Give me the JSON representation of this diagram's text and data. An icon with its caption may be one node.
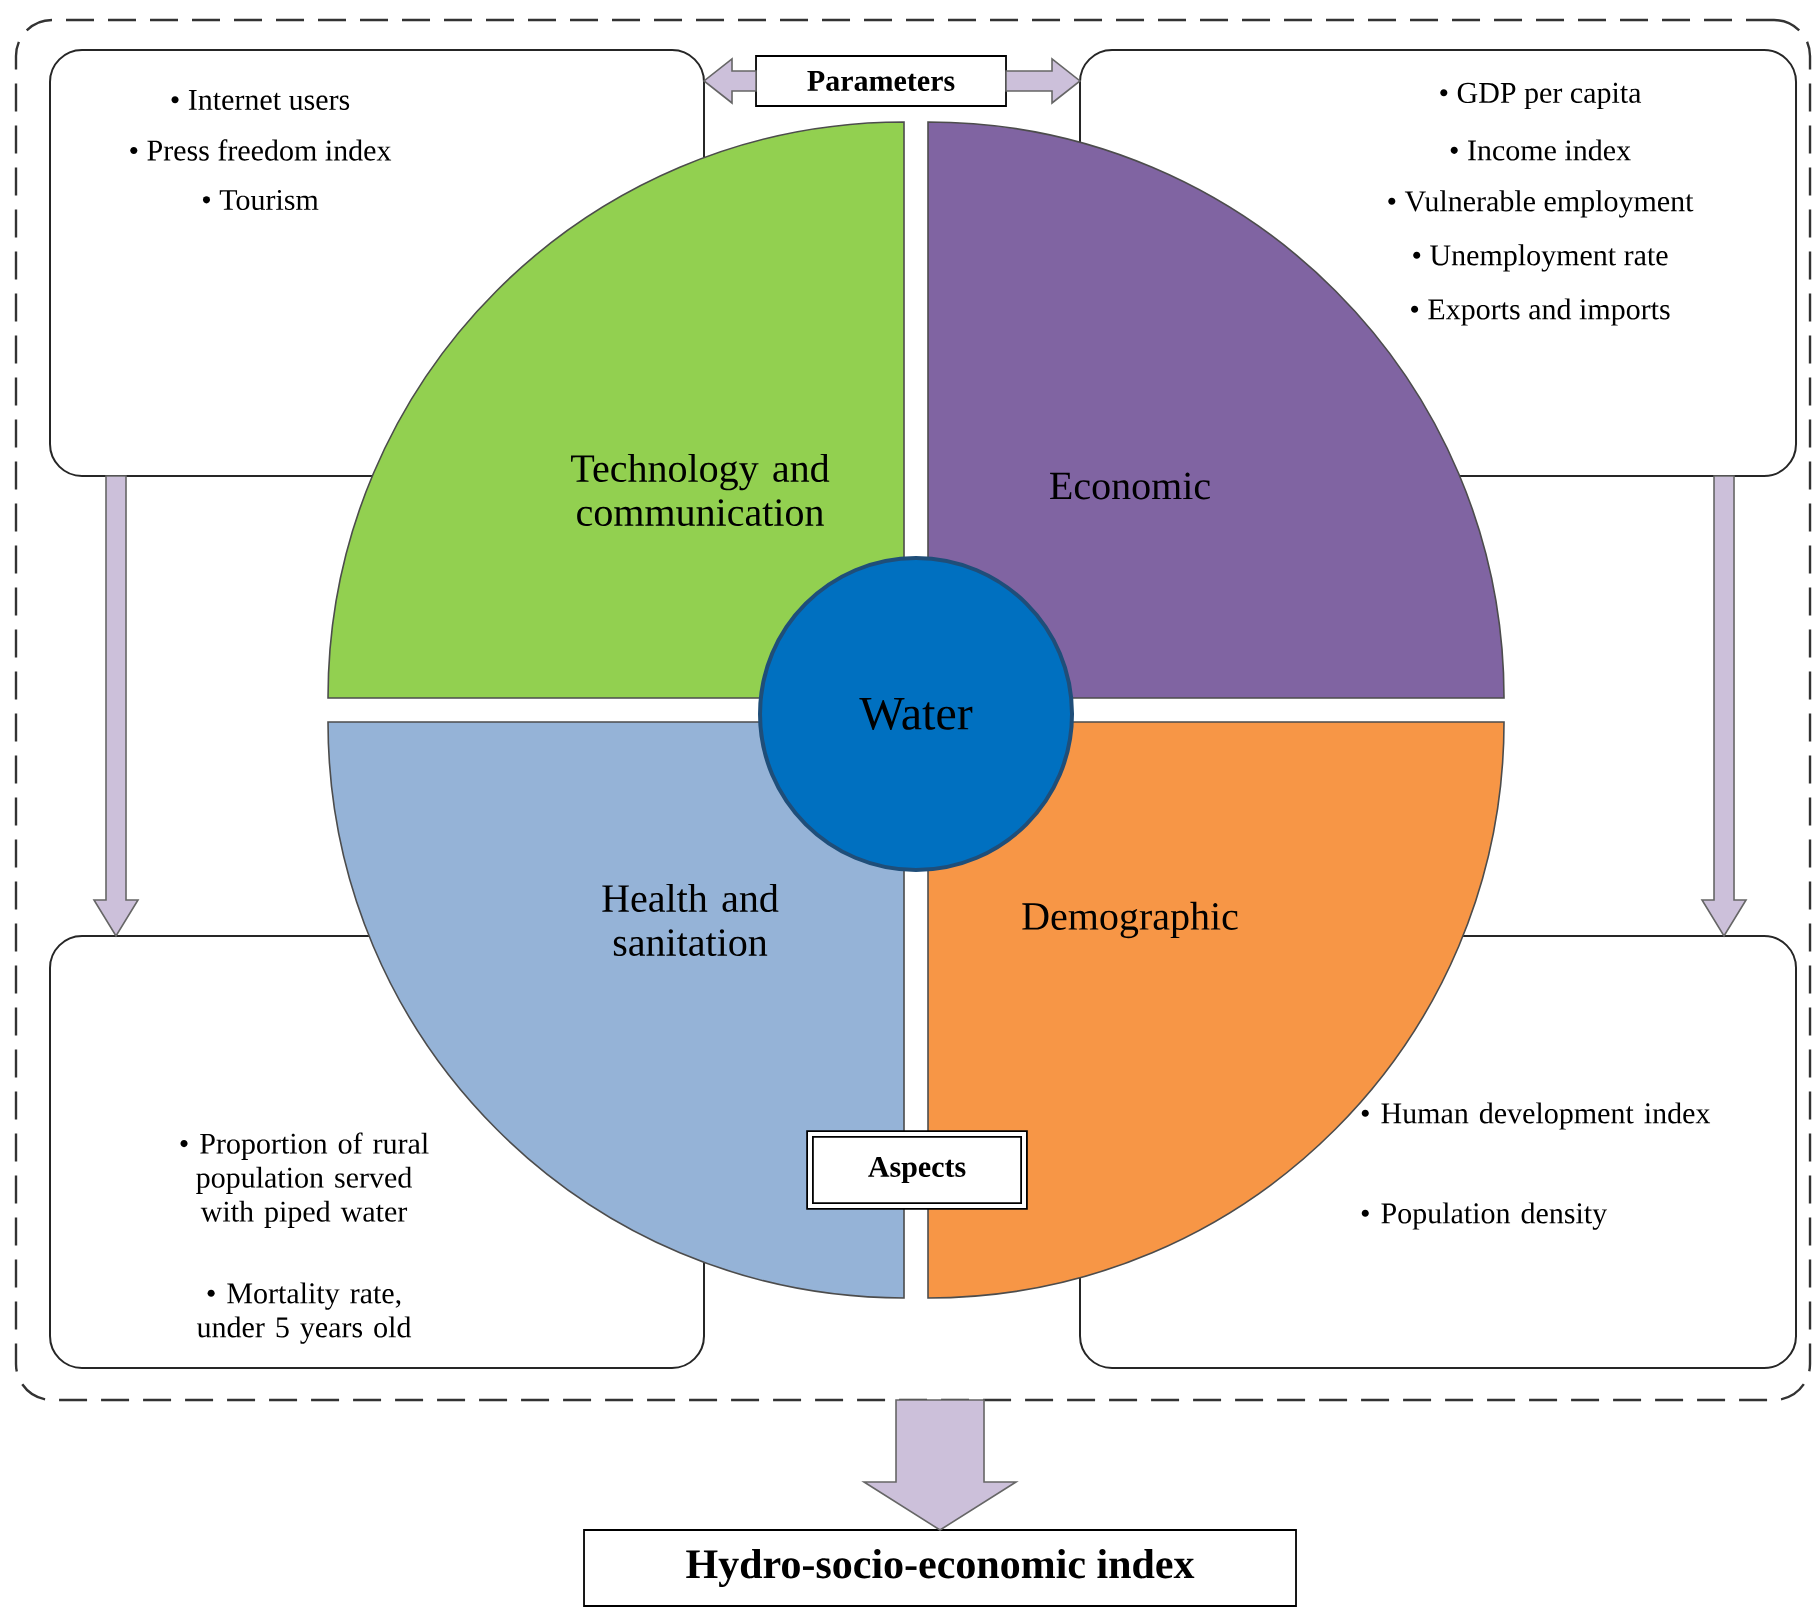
{
  "diagram": {
    "nodes": [
      {
        "text": [],
        "shape": "box"
      },
      {
        "text": [
          "• Internet users",
          "• Press freedom index",
          "• Tourism"
        ],
        "in": 0
      },
      {
        "text": [
          "• GDP per capita",
          "• Income index",
          "• Vulnerable employment",
          "• Unemployment rate",
          "• Exports and imports"
        ],
        "in": 0
      },
      {
        "text": [
          "• Proportion of rural population served with piped water",
          "• Mortality rate, under 5 years old"
        ],
        "in": 0
      },
      {
        "text": [
          "• Human development index",
          "• Population density"
        ],
        "in": 0
      },
      {
        "text": [
          "Parameters"
        ],
        "in": 0
      },
      {
        "text": [
          "Technology and communication"
        ],
        "in": 0
      },
      {
        "text": [
          "Economic"
        ],
        "in": 0
      },
      {
        "text": [
          "Health and sanitation"
        ],
        "in": 0
      },
      {
        "text": [
          "Demographic"
        ],
        "in": 0
      },
      {
        "text": [
          "Water"
        ],
        "in": 0
      },
      {
        "text": [
          "Aspects"
        ],
        "in": 0
      },
      {
        "text": [
          "Hydro-socio-economic index"
        ]
      }
    ],
    "edges": [
      {
        "from": 5,
        "to": 1,
        "arrow": "to"
      },
      {
        "from": 5,
        "to": 2,
        "arrow": "to"
      },
      {
        "from": 1,
        "to": 3,
        "arrow": "to"
      },
      {
        "from": 2,
        "to": 4,
        "arrow": "to"
      },
      {
        "from": 0,
        "to": 12,
        "arrow": "to"
      }
    ]
  }
}
